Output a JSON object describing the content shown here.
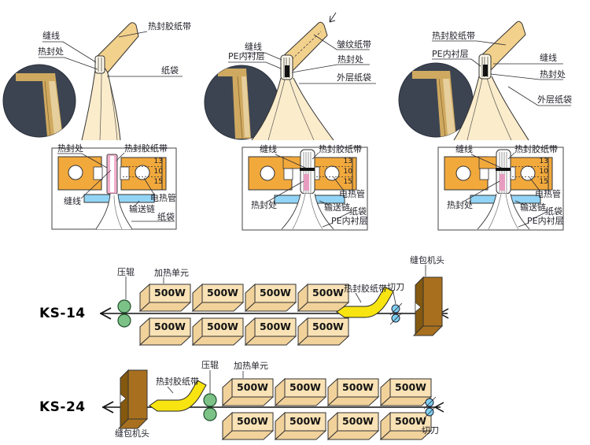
{
  "colors": {
    "heater_block_orange": "#f2a93c",
    "seal_strip_pink": "#f2afcd",
    "seal_mark_pink": "#e89cc0",
    "conveyor_blue": "#92d4f5",
    "unit_box_tan": "#f9e2b5",
    "tape_yellow": "#f8e411",
    "roller_green": "#7cc287",
    "cutter_blue": "#7fd0f2",
    "head_brown": "#a8701e",
    "bag_cream": "#fbeccb",
    "flap_tan": "#f2d18d",
    "inset_dark": "#3c4452"
  },
  "top_row": {
    "d1": {
      "seam": "缝线",
      "seal": "热封处",
      "tape": "热封胶纸带",
      "bag": "纸袋"
    },
    "d2": {
      "seam": "缝线",
      "pe": "PE内衬层",
      "crepe": "皱纹纸带",
      "seal": "热封处",
      "outer": "外层纸袋"
    },
    "d3": {
      "tape": "热封胶纸带",
      "pe": "PE内衬层",
      "seam": "缝线",
      "seal": "热封处",
      "outer": "外层纸袋"
    }
  },
  "middle_row": {
    "d1": {
      "seal": "热封处",
      "tape": "热封胶纸带",
      "seam": "缝线",
      "heater": "电热管",
      "conveyor": "输送链",
      "bag": "纸袋",
      "dims": [
        "13",
        "10",
        "15"
      ]
    },
    "d2": {
      "seam": "缝线",
      "tape": "热封胶纸带",
      "seal": "热封处",
      "heater": "电热管",
      "conveyor": "输送链",
      "bag": "纸袋",
      "pe": "PE内衬层",
      "dims": [
        "13",
        "10",
        "15"
      ]
    },
    "d3": {
      "seam": "缝线",
      "tape": "热封胶纸带",
      "seal": "热封处",
      "heater": "电热管",
      "conveyor": "输送链",
      "bag": "纸袋",
      "pe": "PE内衬层",
      "dims": [
        "13",
        "10",
        "15"
      ]
    }
  },
  "machines": [
    {
      "name": "KS-14",
      "roller": "压辊",
      "heating_unit": "加热单元",
      "tape": "热封胶纸带",
      "cutter": "切刀",
      "sewing_head": "缝包机头",
      "units_top": [
        "500W",
        "500W",
        "500W",
        "500W"
      ],
      "units_bottom": [
        "500W",
        "500W",
        "500W",
        "500W"
      ]
    },
    {
      "name": "KS-24",
      "roller": "压辊",
      "heating_unit": "加热单元",
      "tape": "热封胶纸带",
      "cutter": "切刀",
      "sewing_head": "缝包机头",
      "units_top": [
        "500W",
        "500W",
        "500W",
        "500W"
      ],
      "units_bottom": [
        "500W",
        "500W",
        "500W",
        "500W"
      ]
    }
  ]
}
